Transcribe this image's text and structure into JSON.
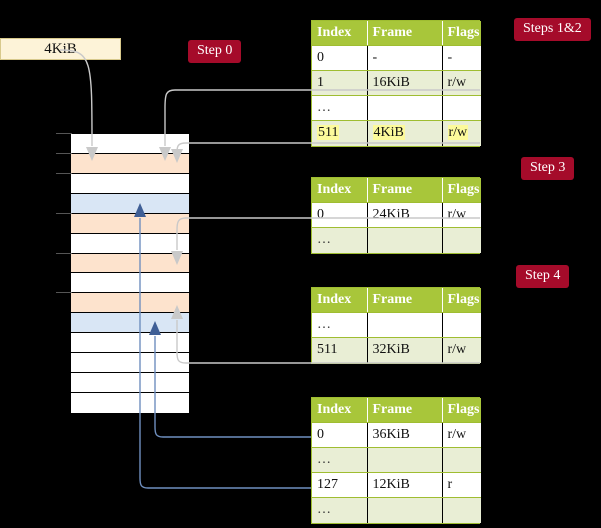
{
  "diagram": {
    "title_box": {
      "label": "4KiB"
    },
    "badges": [
      {
        "name": "step-0",
        "label": "Step 0"
      },
      {
        "name": "steps-1-2",
        "label": "Steps 1&2"
      },
      {
        "name": "step-3",
        "label": "Step 3"
      },
      {
        "name": "step-4",
        "label": "Step 4"
      }
    ],
    "colors": {
      "badge_bg": "#a50b2a",
      "badge_text": "#ffffff",
      "table_header_bg": "#a8c63a",
      "table_row_alt_bg": "#e9eed5",
      "table_border": "#9fbd31",
      "highlight": "#fcfa9b",
      "size_box_bg": "#fdf3d8",
      "mem_orange": "#fde3cd",
      "mem_blue": "#d9e6f5",
      "wire_grey": "#c9c9c9",
      "wire_blue": "#6f8fbf",
      "background": "#000000"
    },
    "memory_column": {
      "name": "physical-memory-column",
      "rows": [
        {
          "index": 0,
          "fill": "plain"
        },
        {
          "index": 1,
          "fill": "orange"
        },
        {
          "index": 2,
          "fill": "plain"
        },
        {
          "index": 3,
          "fill": "blue"
        },
        {
          "index": 4,
          "fill": "orange"
        },
        {
          "index": 5,
          "fill": "plain"
        },
        {
          "index": 6,
          "fill": "orange"
        },
        {
          "index": 7,
          "fill": "plain"
        },
        {
          "index": 8,
          "fill": "orange"
        },
        {
          "index": 9,
          "fill": "blue"
        },
        {
          "index": 10,
          "fill": "plain"
        },
        {
          "index": 11,
          "fill": "plain"
        },
        {
          "index": 12,
          "fill": "plain"
        },
        {
          "index": 13,
          "fill": "plain"
        }
      ],
      "tick_rows": [
        0,
        1,
        2,
        4,
        6,
        8
      ]
    },
    "tables": [
      {
        "name": "page-table-level-4",
        "columns": [
          "Index",
          "Frame",
          "Flags"
        ],
        "rows": [
          {
            "cells": [
              "0",
              "-",
              "-"
            ],
            "highlight": false
          },
          {
            "cells": [
              "1",
              "16KiB",
              "r/w"
            ],
            "highlight": false
          },
          {
            "cells": [
              "…",
              "",
              ""
            ],
            "highlight": false
          },
          {
            "cells": [
              "511",
              "4KiB",
              "r/w"
            ],
            "highlight": true
          }
        ]
      },
      {
        "name": "page-table-level-3",
        "columns": [
          "Index",
          "Frame",
          "Flags"
        ],
        "rows": [
          {
            "cells": [
              "0",
              "24KiB",
              "r/w"
            ],
            "highlight": false
          },
          {
            "cells": [
              "…",
              "",
              ""
            ],
            "highlight": false
          }
        ]
      },
      {
        "name": "page-table-level-2",
        "columns": [
          "Index",
          "Frame",
          "Flags"
        ],
        "rows": [
          {
            "cells": [
              "…",
              "",
              ""
            ],
            "highlight": false
          },
          {
            "cells": [
              "511",
              "32KiB",
              "r/w"
            ],
            "highlight": false
          }
        ]
      },
      {
        "name": "page-table-level-1",
        "columns": [
          "Index",
          "Frame",
          "Flags"
        ],
        "rows": [
          {
            "cells": [
              "0",
              "36KiB",
              "r/w"
            ],
            "highlight": false
          },
          {
            "cells": [
              "…",
              "",
              ""
            ],
            "highlight": false
          },
          {
            "cells": [
              "127",
              "12KiB",
              "r"
            ],
            "highlight": false
          },
          {
            "cells": [
              "…",
              "",
              ""
            ],
            "highlight": false
          }
        ]
      }
    ]
  }
}
